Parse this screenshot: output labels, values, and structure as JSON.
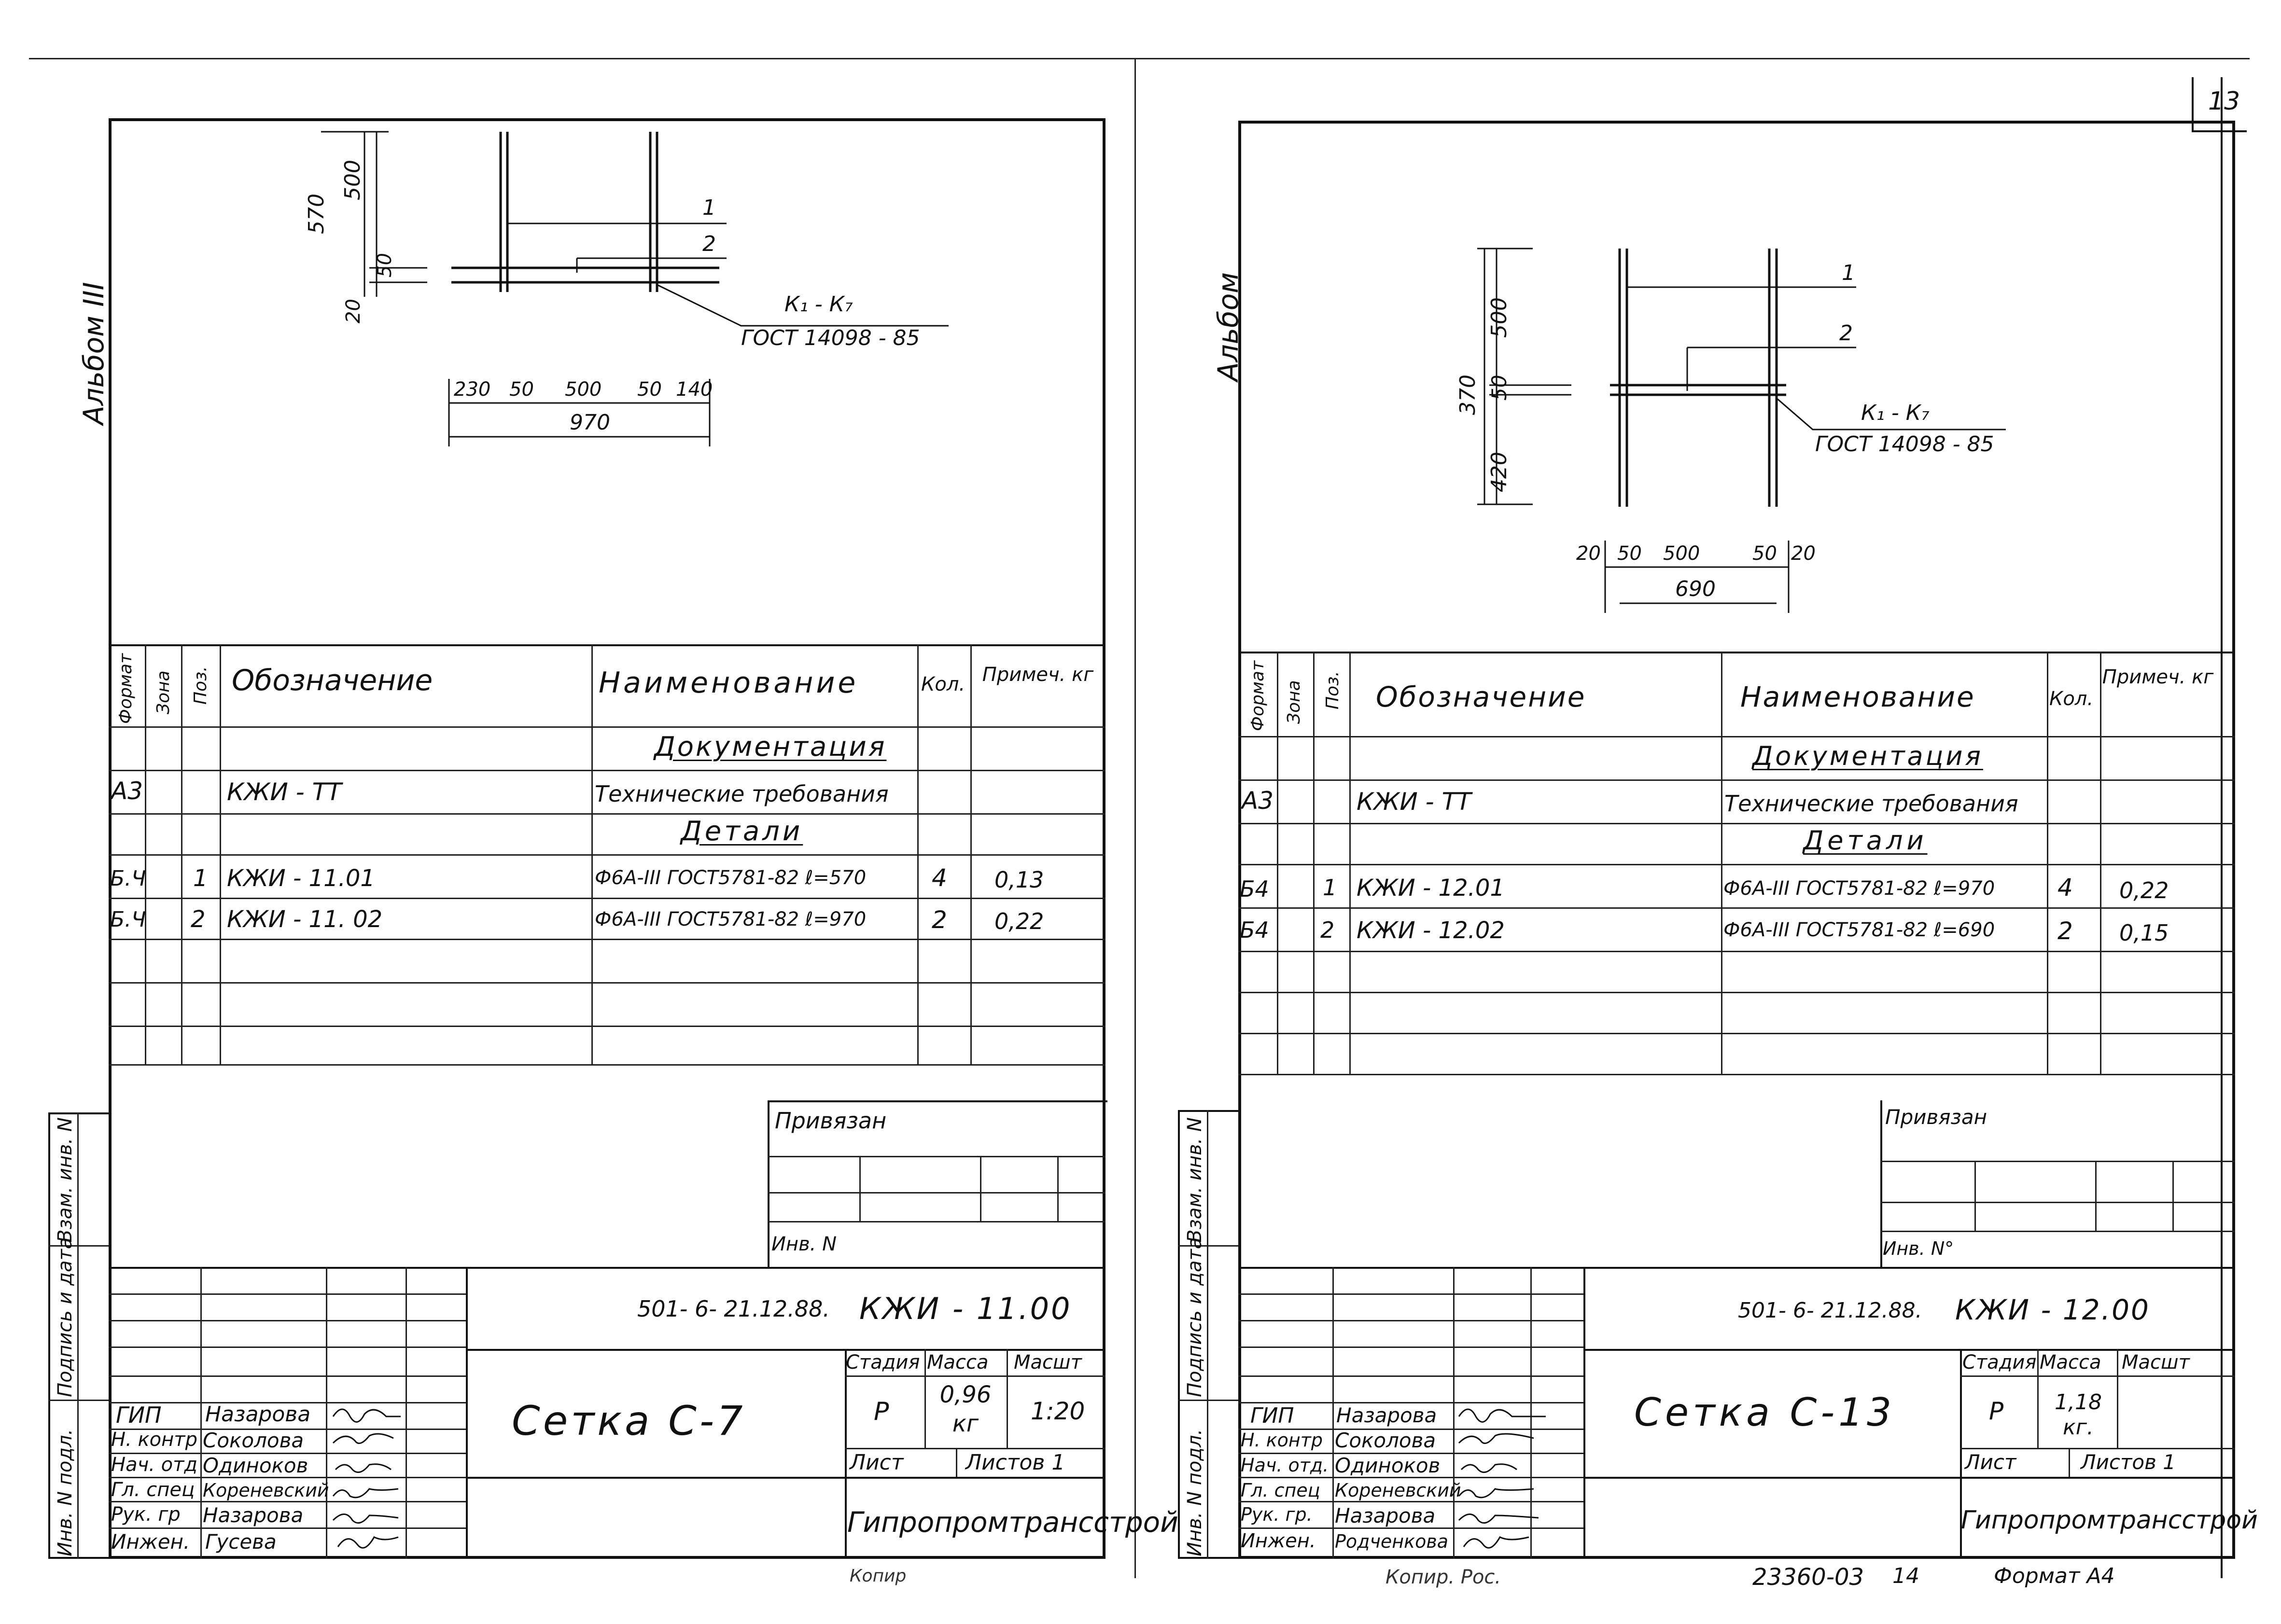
{
  "page": {
    "number": "13",
    "bottom_code": "23360-03",
    "bottom_page": "14",
    "bottom_format": "Формат А4",
    "bottom_left": "Копир",
    "bottom_right_left": "Копир. Рос."
  },
  "sheets": [
    {
      "album": "Альбом III",
      "drawing": {
        "dims_v": [
          "570",
          "500",
          "50",
          "20"
        ],
        "pos1": "1",
        "pos2": "2",
        "weld": "К₁ - К₇",
        "weld_std": "ГОСТ 14098 - 85",
        "dims_h": [
          "230",
          "50",
          "500",
          "50",
          "140"
        ],
        "total": "970"
      },
      "headers": {
        "format": "Формат",
        "zone": "Зона",
        "pos": "Поз.",
        "designation": "Обозначение",
        "name": "Наименование",
        "qty": "Кол.",
        "note": "Примеч. кг"
      },
      "sections": {
        "doc": "Документация",
        "parts": "Детали"
      },
      "rows": [
        {
          "format": "А3",
          "pos": "",
          "designation": "КЖИ - ТТ",
          "name": "Технические требования",
          "qty": "",
          "note": ""
        },
        {
          "format": "Б.Ч",
          "pos": "1",
          "designation": "КЖИ - 11.01",
          "name": "Ф6А-III ГОСТ5781-82 ℓ=570",
          "qty": "4",
          "note": "0,13"
        },
        {
          "format": "Б.Ч",
          "pos": "2",
          "designation": "КЖИ - 11. 02",
          "name": "Ф6А-III ГОСТ5781-82 ℓ=970",
          "qty": "2",
          "note": "0,22"
        }
      ],
      "privyazan": "Привязан",
      "inv": "Инв. N",
      "code": "501- 6- 21.12.88.",
      "code_main": "КЖИ - 11.00",
      "title": "Сетка С-7",
      "stage_h": "Стадия",
      "mass_h": "Масса",
      "scale_h": "Масшт",
      "stage": "Р",
      "mass": "0,96 кг",
      "scale": "1:20",
      "sheet_h": "Лист",
      "sheets_h": "Листов 1",
      "org": "Гипропромтрансстрой",
      "people": [
        {
          "role": "ГИП",
          "name": "Назарова"
        },
        {
          "role": "Н. контр",
          "name": "Соколова"
        },
        {
          "role": "Нач. отд",
          "name": "Одиноков"
        },
        {
          "role": "Гл. спец",
          "name": "Кореневский"
        },
        {
          "role": "Рук. гр",
          "name": "Назарова"
        },
        {
          "role": "Инжен.",
          "name": "Гусева"
        }
      ],
      "side": {
        "a": "Инв. N подл.",
        "b": "Подпись и дата",
        "c": "Взам. инв. N"
      }
    },
    {
      "album": "Альбом",
      "drawing": {
        "dims_v": [
          "370",
          "500",
          "50",
          "420"
        ],
        "pos1": "1",
        "pos2": "2",
        "weld": "К₁ - К₇",
        "weld_std": "ГОСТ 14098 - 85",
        "dims_h": [
          "20",
          "50",
          "500",
          "50",
          "20"
        ],
        "total": "690"
      },
      "headers": {
        "format": "Формат",
        "zone": "Зона",
        "pos": "Поз.",
        "designation": "Обозначение",
        "name": "Наименование",
        "qty": "Кол.",
        "note": "Примеч. кг"
      },
      "sections": {
        "doc": "Документация",
        "parts": "Детали"
      },
      "rows": [
        {
          "format": "А3",
          "pos": "",
          "designation": "КЖИ - ТТ",
          "name": "Технические требования",
          "qty": "",
          "note": ""
        },
        {
          "format": "Б4",
          "pos": "1",
          "designation": "КЖИ - 12.01",
          "name": "Ф6А-III ГОСТ5781-82 ℓ=970",
          "qty": "4",
          "note": "0,22"
        },
        {
          "format": "Б4",
          "pos": "2",
          "designation": "КЖИ - 12.02",
          "name": "Ф6А-III ГОСТ5781-82 ℓ=690",
          "qty": "2",
          "note": "0,15"
        }
      ],
      "privyazan": "Привязан",
      "inv": "Инв. N°",
      "code": "501- 6- 21.12.88.",
      "code_main": "КЖИ - 12.00",
      "title": "Сетка С-13",
      "stage_h": "Стадия",
      "mass_h": "Масса",
      "scale_h": "Масшт",
      "stage": "Р",
      "mass": "1,18 кг.",
      "scale": "",
      "sheet_h": "Лист",
      "sheets_h": "Листов 1",
      "org": "Гипропромтрансстрой",
      "people": [
        {
          "role": "ГИП",
          "name": "Назарова"
        },
        {
          "role": "Н. контр",
          "name": "Соколова"
        },
        {
          "role": "Нач. отд.",
          "name": "Одиноков"
        },
        {
          "role": "Гл. спец",
          "name": "Кореневский"
        },
        {
          "role": "Рук. гр.",
          "name": "Назарова"
        },
        {
          "role": "Инжен.",
          "name": "Родченкова"
        }
      ],
      "side": {
        "a": "Инв. N подл.",
        "b": "Подпись и дата",
        "c": "Взам. инв. N"
      }
    }
  ]
}
